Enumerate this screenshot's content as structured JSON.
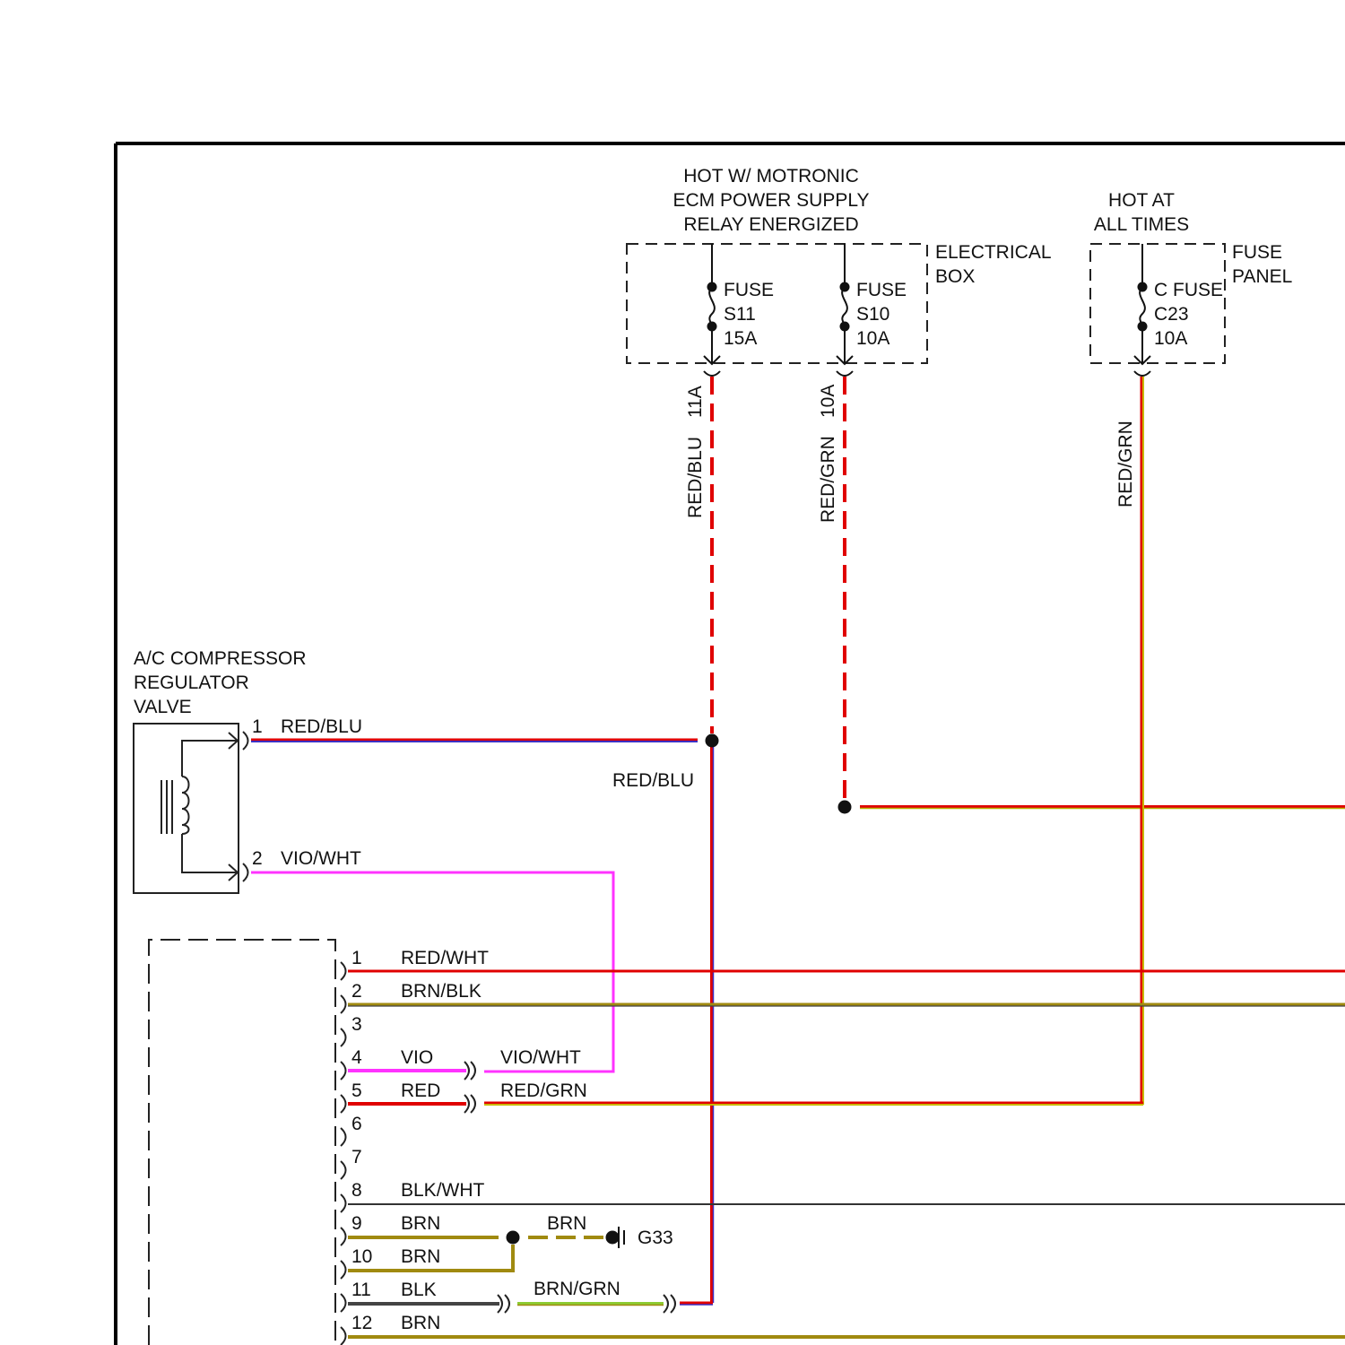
{
  "colors": {
    "frame": "#000000",
    "red": "#e00000",
    "blue": "#1a1aff",
    "green_yellow": "#b8b000",
    "violet": "#ff33ff",
    "brown": "#a08a10",
    "black_wire": "#333333",
    "green_light": "#8ccc33",
    "purple_blue": "#5533aa"
  },
  "top_labels": {
    "motronic_line1": "HOT W/ MOTRONIC",
    "motronic_line2": "ECM POWER SUPPLY",
    "motronic_line3": "RELAY ENERGIZED",
    "hot_at_line1": "HOT AT",
    "hot_at_line2": "ALL TIMES"
  },
  "boxes": {
    "electrical_box_line1": "ELECTRICAL",
    "electrical_box_line2": "BOX",
    "fuse_panel_line1": "FUSE",
    "fuse_panel_line2": "PANEL"
  },
  "fuses": {
    "s11": {
      "line1": "FUSE",
      "line2": "S11",
      "line3": "15A"
    },
    "s10": {
      "line1": "FUSE",
      "line2": "S10",
      "line3": "10A"
    },
    "c23": {
      "line1": "C FUSE",
      "line2": "C23",
      "line3": "10A"
    }
  },
  "vertical_wires": {
    "s11_color": "RED/BLU",
    "s11_term": "11A",
    "s10_color": "RED/GRN",
    "s10_term": "10A",
    "c23_color": "RED/GRN"
  },
  "component": {
    "name_line1": "A/C COMPRESSOR",
    "name_line2": "REGULATOR",
    "name_line3": "VALVE",
    "pin1": "1",
    "pin1_color": "RED/BLU",
    "pin2": "2",
    "pin2_color": "VIO/WHT"
  },
  "splice_label": "RED/BLU",
  "connector_pins": [
    {
      "pin": "1",
      "color": "RED/WHT"
    },
    {
      "pin": "2",
      "color": "BRN/BLK"
    },
    {
      "pin": "3",
      "color": ""
    },
    {
      "pin": "4",
      "color": "VIO"
    },
    {
      "pin": "5",
      "color": "RED"
    },
    {
      "pin": "6",
      "color": ""
    },
    {
      "pin": "7",
      "color": ""
    },
    {
      "pin": "8",
      "color": "BLK/WHT"
    },
    {
      "pin": "9",
      "color": "BRN"
    },
    {
      "pin": "10",
      "color": "BRN"
    },
    {
      "pin": "11",
      "color": "BLK"
    },
    {
      "pin": "12",
      "color": "BRN"
    }
  ],
  "continuation_labels": {
    "pin4": "VIO/WHT",
    "pin5": "RED/GRN",
    "pin9": "BRN",
    "pin11": "BRN/GRN"
  },
  "ground": "G33"
}
